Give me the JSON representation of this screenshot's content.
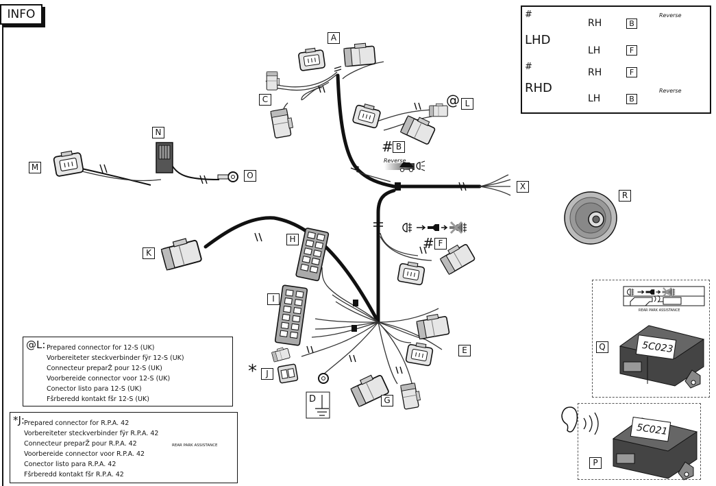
{
  "info_tag": "INFO",
  "labels": {
    "A": "A",
    "B": "B",
    "C": "C",
    "E": "E",
    "F": "F",
    "G": "G",
    "H": "H",
    "I": "I",
    "J": "J",
    "K": "K",
    "L": "L",
    "M": "M",
    "N": "N",
    "O": "O",
    "P": "P",
    "Q": "Q",
    "R": "R",
    "X": "X",
    "D": "D"
  },
  "marks": {
    "hash": "#",
    "at": "@",
    "star": "*"
  },
  "reverse_text": "Reverse",
  "rpa_text": "REAR PARK ASSISTANCE",
  "table": {
    "hash": "#",
    "lhd": "LHD",
    "rhd": "RHD",
    "rh": "RH",
    "lh": "LH",
    "b": "B",
    "f": "F",
    "reverse": "Reverse"
  },
  "note_l": {
    "title": "@L:",
    "lines": [
      "Prepared connector for 12-S (UK)",
      "Vorbereiteter steckverbinder fÿr 12-S (UK)",
      "Connecteur preparŽ pour 12-S (UK)",
      "Voorbereide connector voor 12-S (UK)",
      "Conector listo para 12-S (UK)",
      "Fšrberedd kontakt fšr 12-S (UK)"
    ]
  },
  "note_j": {
    "title": "*J:",
    "lines": [
      "Prepared connector for R.P.A. 42",
      "Vorbereiteter steckverbinder fÿr R.P.A. 42",
      "Connecteur preparŽ pour R.P.A. 42",
      "Voorbereide connector voor R.P.A. 42",
      "Conector listo para R.P.A. 42",
      "Fšrberedd kontakt fšr R.P.A. 42"
    ],
    "rpa": "REAR PARK ASSISTANCE"
  },
  "module_q": {
    "code": "5C023",
    "rpa": "REAR PARK ASSISTANCE"
  },
  "module_p": {
    "code": "5C021"
  }
}
